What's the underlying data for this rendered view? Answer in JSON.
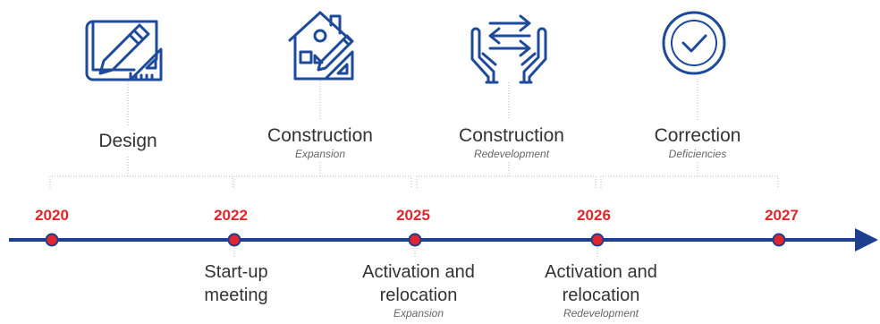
{
  "colors": {
    "timeline": "#1d3f8f",
    "icon": "#1d4a9a",
    "year": "#e0262c",
    "marker": "#e0262c",
    "connector": "#b5b5b5"
  },
  "phases": [
    {
      "title": "Design",
      "subtitle": "",
      "icon": "blueprint-pencil-ruler-icon"
    },
    {
      "title": "Construction",
      "subtitle": "Expansion",
      "icon": "house-plan-tools-icon"
    },
    {
      "title": "Construction",
      "subtitle": "Redevelopment",
      "icon": "hands-exchange-arrows-icon"
    },
    {
      "title": "Correction",
      "subtitle": "Deficiencies",
      "icon": "checkmark-circle-icon"
    }
  ],
  "years": [
    "2020",
    "2022",
    "2025",
    "2026",
    "2027"
  ],
  "events": [
    {
      "year": "2022",
      "line1": "Start-up",
      "line2": "meeting",
      "subtitle": ""
    },
    {
      "year": "2025",
      "line1": "Activation and",
      "line2": "relocation",
      "subtitle": "Expansion"
    },
    {
      "year": "2026",
      "line1": "Activation and",
      "line2": "relocation",
      "subtitle": "Redevelopment"
    }
  ]
}
